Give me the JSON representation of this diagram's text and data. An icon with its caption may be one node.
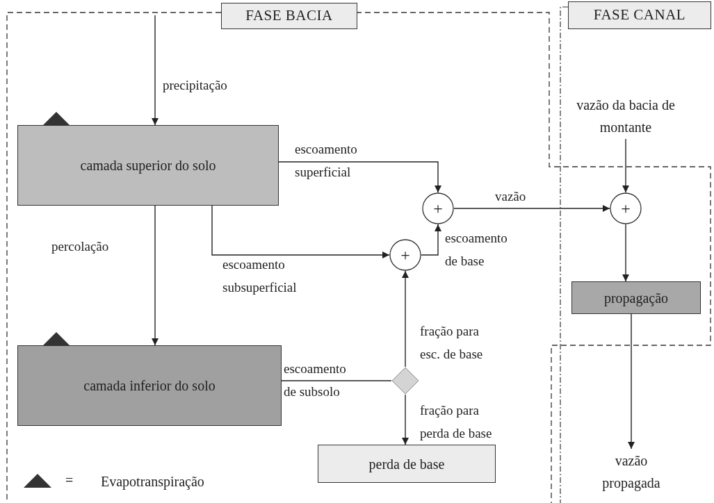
{
  "diagram": {
    "nodes": [
      {
        "text": [
          "FASE BACIA"
        ]
      },
      {
        "text": [
          "FASE CANAL"
        ]
      },
      {
        "text": [
          "camada superior do solo"
        ]
      },
      {
        "text": [
          "camada inferior do solo"
        ]
      },
      {
        "text": [
          "+"
        ]
      },
      {
        "text": [
          "+"
        ]
      },
      {
        "text": [],
        "shape": "diamond"
      },
      {
        "text": [
          "perda de base"
        ]
      },
      {
        "text": [
          "+"
        ]
      },
      {
        "text": [
          "propagação"
        ]
      },
      {
        "text": [
          "vazão da bacia de montante"
        ]
      },
      {
        "text": [
          "vazão propagada"
        ]
      }
    ],
    "edges": [
      {
        "from": null,
        "to": 2,
        "arrow": "to",
        "label": "precipitação"
      },
      {
        "from": 2,
        "to": 4,
        "arrow": "to",
        "label": "escoamento superficial"
      },
      {
        "from": 2,
        "to": 5,
        "arrow": "to",
        "label": "escoamento subsuperficial"
      },
      {
        "from": 2,
        "to": 3,
        "arrow": "to",
        "label": "percolação"
      },
      {
        "from": 3,
        "to": 6,
        "arrow": "none",
        "label": "escoamento de subsolo"
      },
      {
        "from": 6,
        "to": 5,
        "arrow": "to",
        "label": "fração para esc. de base"
      },
      {
        "from": 6,
        "to": 7,
        "arrow": "to",
        "label": "fração para perda de base"
      },
      {
        "from": 5,
        "to": 4,
        "arrow": "to",
        "label": "escoamento de base"
      },
      {
        "from": 4,
        "to": 8,
        "arrow": "to",
        "label": "vazão"
      },
      {
        "from": 10,
        "to": 8,
        "arrow": "to"
      },
      {
        "from": 8,
        "to": 9,
        "arrow": "to"
      },
      {
        "from": 9,
        "to": 11,
        "arrow": "to"
      }
    ],
    "labels": [
      "="
    ],
    "legend": [
      {
        "text": "Evapotranspiração"
      }
    ]
  }
}
